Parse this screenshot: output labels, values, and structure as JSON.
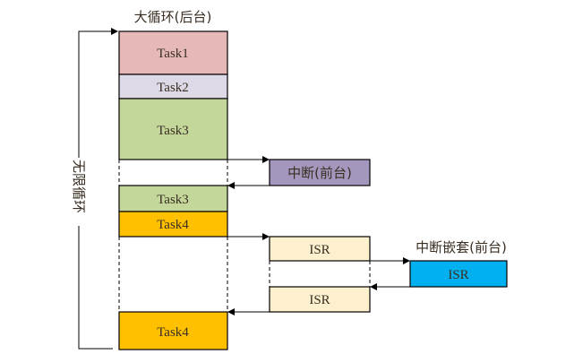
{
  "title": "大循环(后台)",
  "loop_label": "无限循环",
  "nested_label": "中断嵌套(前台)",
  "blocks": {
    "task1": {
      "label": "Task1",
      "color": "#e6b9b8"
    },
    "task2": {
      "label": "Task2",
      "color": "#ddd9e6"
    },
    "task3a": {
      "label": "Task3",
      "color": "#c4d79b"
    },
    "interrupt": {
      "label": "中断(前台)",
      "color": "#a497bd"
    },
    "task3b": {
      "label": "Task3",
      "color": "#c4d79b"
    },
    "task4a": {
      "label": "Task4",
      "color": "#ffc000"
    },
    "isr1": {
      "label": "ISR",
      "color": "#fdf0cf"
    },
    "isr_nested": {
      "label": "ISR",
      "color": "#00b0f0"
    },
    "isr2": {
      "label": "ISR",
      "color": "#fdf0cf"
    },
    "task4b": {
      "label": "Task4",
      "color": "#ffc000"
    }
  }
}
